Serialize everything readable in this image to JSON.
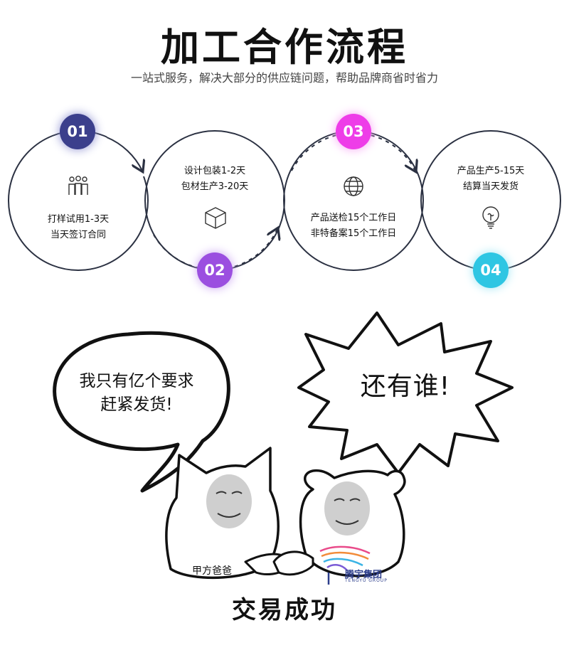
{
  "header": {
    "title": "加工合作流程",
    "subtitle": "一站式服务，解决大部分的供应链问题，帮助品牌商省时省力"
  },
  "steps": [
    {
      "number": "01",
      "line1": "打样试用1-3天",
      "line2": "当天签订合同",
      "color": "#3b3f8c",
      "icon": "people-icon"
    },
    {
      "number": "02",
      "line1": "设计包装1-2天",
      "line2": "包材生产3-20天",
      "color": "#9b4fe0",
      "icon": "box-icon"
    },
    {
      "number": "03",
      "line1": "产品送检15个工作日",
      "line2": "非特备案15个工作日",
      "color": "#ee3de8",
      "icon": "globe-icon"
    },
    {
      "number": "04",
      "line1": "产品生产5-15天",
      "line2": "结算当天发货",
      "color": "#2ec6e3",
      "icon": "lightbulb-icon"
    }
  ],
  "comic": {
    "left_bubble_line1": "我只有亿个要求",
    "left_bubble_line2": "赶紧发货!",
    "right_bubble": "还有谁!",
    "client_label": "甲方爸爸",
    "logo_text": "腾宇集团",
    "logo_sub": "TENGYU GROUP",
    "caption": "交易成功"
  }
}
